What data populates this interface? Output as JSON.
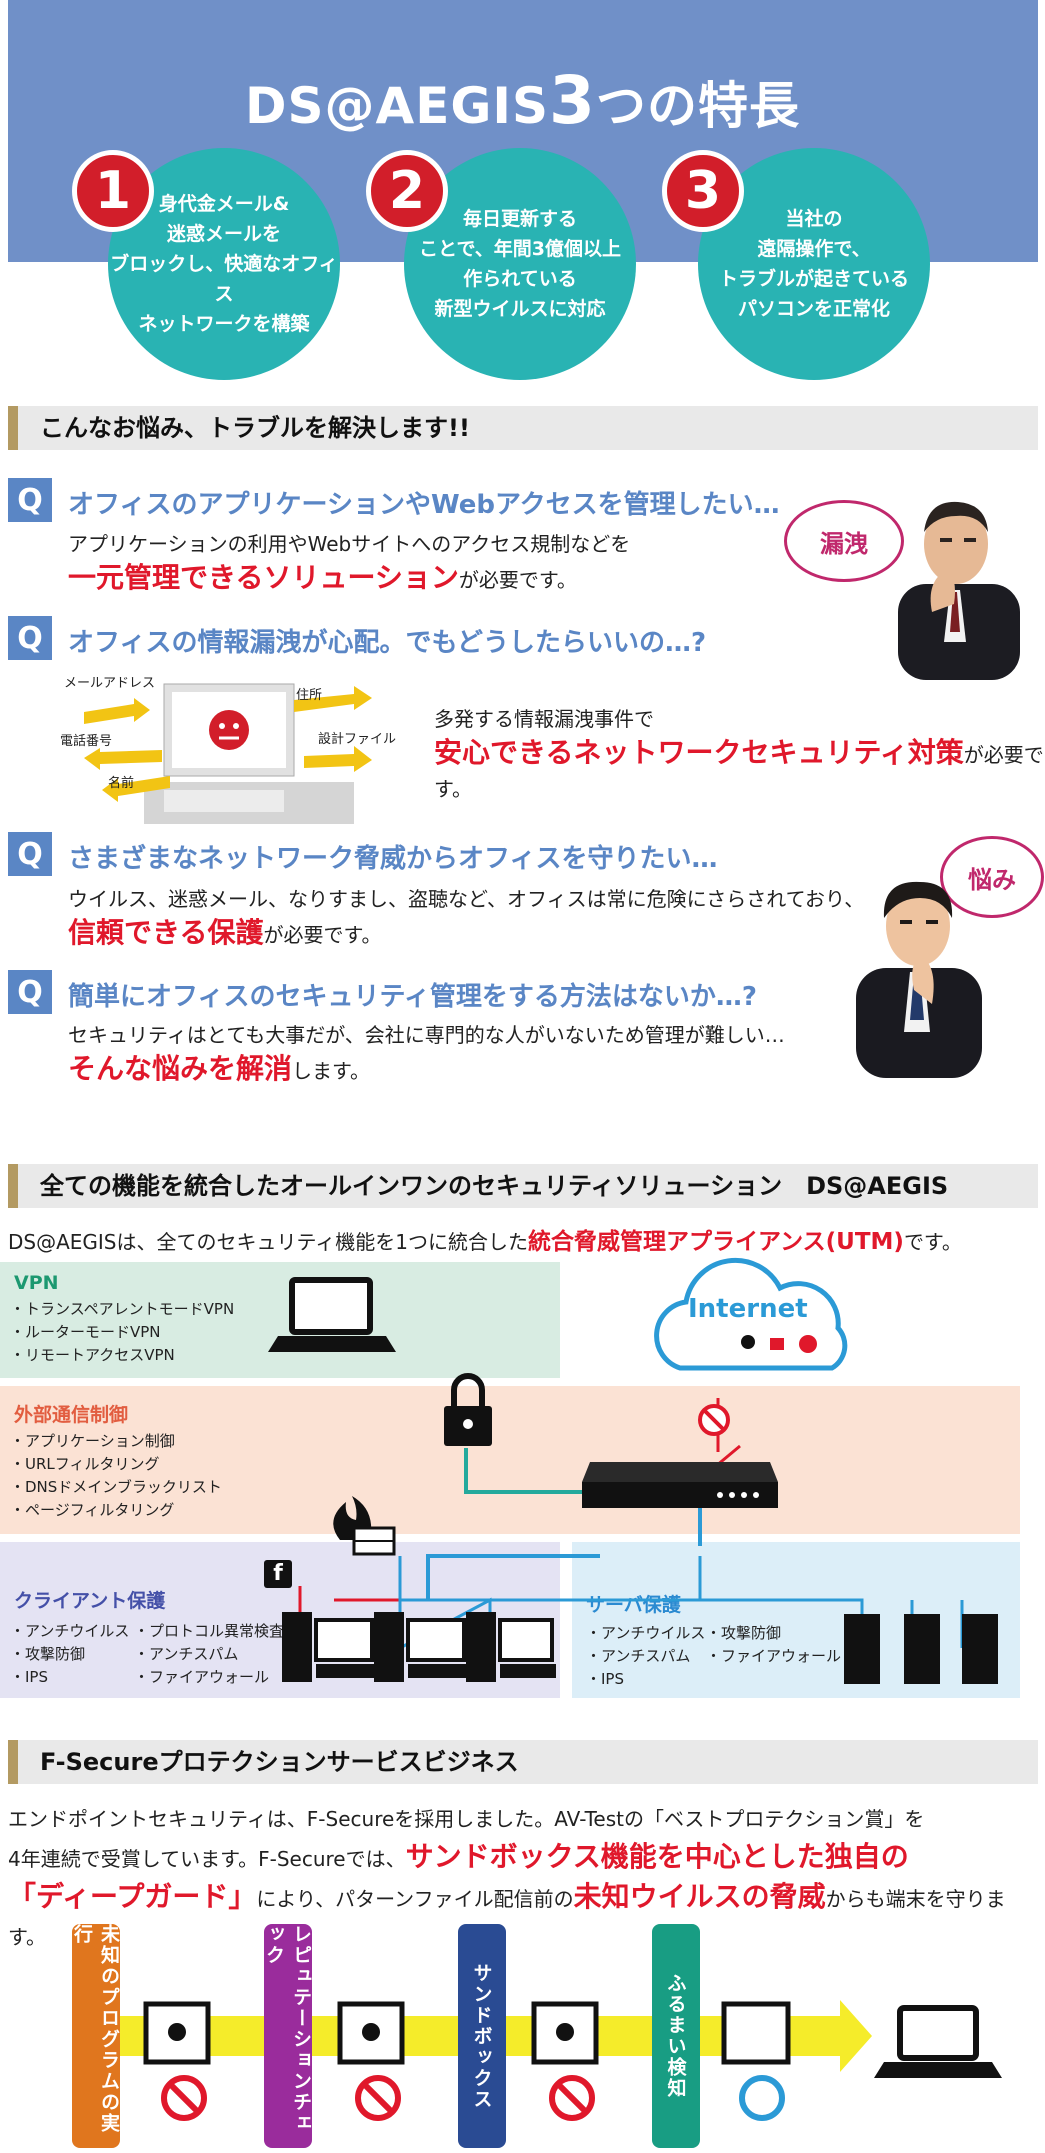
{
  "hero": {
    "title_prefix": "DS@AEGIS",
    "title_number": "3",
    "title_suffix": "つの特長",
    "features": [
      {
        "number": "1",
        "lines": [
          "身代金メール&",
          "迷惑メールを",
          "ブロックし、快適なオフィス",
          "ネットワークを構築"
        ]
      },
      {
        "number": "2",
        "lines": [
          "毎日更新する",
          "ことで、年間3億個以上",
          "作られている",
          "新型ウイルスに対応"
        ]
      },
      {
        "number": "3",
        "lines": [
          "当社の",
          "遠隔操作で、",
          "トラブルが起きている",
          "パソコンを正常化"
        ]
      }
    ]
  },
  "section1": {
    "header": "こんなお悩み、トラブルを解決します!!",
    "q_badge": "Q",
    "questions": [
      {
        "title": "オフィスのアプリケーションやWebアクセスを管理したい…",
        "text": "アプリケーションの利用やWebサイトへのアクセス規制などを",
        "highlight": "一元管理できるソリューション",
        "tail": "が必要です。"
      },
      {
        "title": "オフィスの情報漏洩が心配。でもどうしたらいいの…?",
        "text": "多発する情報漏洩事件で",
        "highlight": "安心できるネットワークセキュリティ対策",
        "tail": "が必要です。"
      },
      {
        "title": "さまざまなネットワーク脅威からオフィスを守りたい…",
        "text": "ウイルス、迷惑メール、なりすまし、盗聴など、オフィスは常に危険にさらされており、",
        "highlight": "信頼できる保護",
        "tail": "が必要です。"
      },
      {
        "title": "簡単にオフィスのセキュリティ管理をする方法はないか…?",
        "text": "セキュリティはとても大事だが、会社に専門的な人がいないため管理が難しい…",
        "highlight": "そんな悩みを解消",
        "tail": "します。"
      }
    ],
    "bubble1": "漏洩",
    "bubble2": "悩み",
    "leak_labels": {
      "mail": "メールアドレス",
      "phone": "電話番号",
      "name": "名前",
      "address": "住所",
      "design": "設計ファイル"
    }
  },
  "section2": {
    "header": "全ての機能を統合したオールインワンのセキュリティソリューション　DS@AEGIS",
    "intro_prefix": "DS@AEGISは、全てのセキュリティ機能を1つに統合した",
    "intro_highlight": "統合脅威管理アプライアンス(UTM)",
    "intro_suffix": "です。",
    "internet_label": "Internet",
    "vpn": {
      "title": "VPN",
      "items": [
        "・トランスペアレントモードVPN",
        "・ルーターモードVPN",
        "・リモートアクセスVPN"
      ]
    },
    "external": {
      "title": "外部通信制御",
      "items": [
        "・アプリケーション制御",
        "・URLフィルタリング",
        "・DNSドメインブラックリスト",
        "・ページフィルタリング"
      ]
    },
    "client": {
      "title": "クライアント保護",
      "items_left": [
        "・アンチウイルス",
        "・攻撃防御",
        "・IPS"
      ],
      "items_right": [
        "・プロトコル異常検査",
        "・アンチスパム",
        "・ファイアウォール"
      ]
    },
    "server": {
      "title": "サーバ保護",
      "items_left": [
        "・アンチウイルス",
        "・アンチスパム",
        "・IPS"
      ],
      "items_right": [
        "・攻撃防御",
        "・ファイアウォール"
      ]
    },
    "facebook_icon_text": "f"
  },
  "section3": {
    "header": "F-Secureプロテクションサービスビジネス",
    "line1": "エンドポイントセキュリティは、F-Secureを採用しました。AV-Testの「ベストプロテクション賞」を",
    "line2_prefix": "4年連続で受賞しています。F-Secureでは、",
    "line2_highlight": "サンドボックス機能を中心とした独自の",
    "line3_highlight": "「ディープガード」",
    "line3_mid": "により、パターンファイル配信前の",
    "line3_highlight2": "未知ウイルスの脅威",
    "line3_suffix": "からも端末を守ります。",
    "flow": [
      {
        "label": "未知のプログラムの実行",
        "color": "#e0761e"
      },
      {
        "label": "レピュテーションチェック",
        "color": "#9a2c9c"
      },
      {
        "label": "サンドボックス",
        "color": "#2a4b93"
      },
      {
        "label": "ふるまい検知",
        "color": "#189d83"
      }
    ]
  },
  "colors": {
    "hero_band": "#7090c8",
    "teal": "#29b3b3",
    "red": "#e0182b",
    "q_blue": "#5a86c5",
    "header_bar": "#b39a62"
  }
}
